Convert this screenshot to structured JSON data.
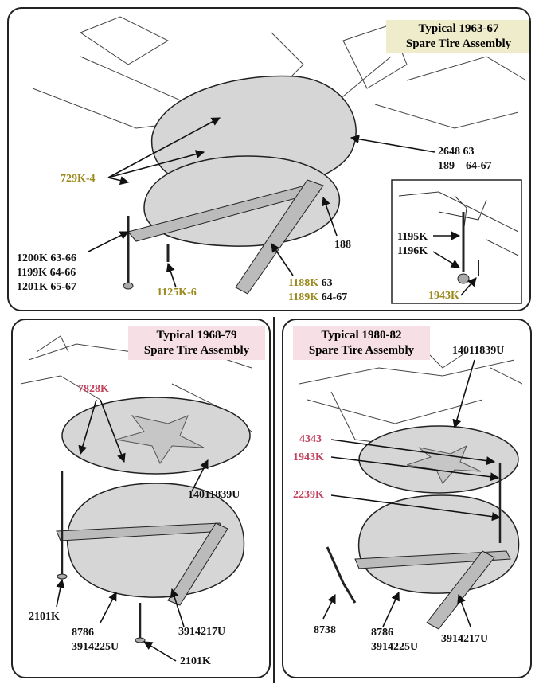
{
  "colors": {
    "title_box_top": "#eeecca",
    "title_box_bottom": "#f6dfe5",
    "label_gold": "#9a8a1e",
    "label_red": "#c2415b",
    "part_fill": "#d6d6d6",
    "line_art": "#222222"
  },
  "panel_top": {
    "title_line1": "Typical 1963-67",
    "title_line2": "Spare Tire Assembly",
    "labels": {
      "l_2648": "2648 63",
      "l_189": "189    64-67",
      "l_729": "729K-4",
      "l_188": "188",
      "l_1200": "1200K 63-66",
      "l_1199": "1199K 64-66",
      "l_1201": "1201K 65-67",
      "l_1125": "1125K-6",
      "l_1188a": "1188K",
      "l_1188b": " 63",
      "l_1189a": "1189K",
      "l_1189b": " 64-67"
    },
    "inset_labels": {
      "l_1195": "1195K",
      "l_1196": "1196K",
      "l_1943": "1943K"
    }
  },
  "panel_left": {
    "title_line1": "Typical 1968-79",
    "title_line2": "Spare Tire Assembly",
    "labels": {
      "l_7828": "7828K",
      "l_14011839": "14011839U",
      "l_2101a": "2101K",
      "l_8786": "8786",
      "l_3914225": "3914225U",
      "l_3914217": "3914217U",
      "l_2101b": "2101K"
    }
  },
  "panel_right": {
    "title_line1": "Typical 1980-82",
    "title_line2": "Spare Tire Assembly",
    "labels": {
      "l_14011839": "14011839U",
      "l_4343": "4343",
      "l_1943": "1943K",
      "l_2239": "2239K",
      "l_8738": "8738",
      "l_8786": "8786",
      "l_3914225": "3914225U",
      "l_3914217": "3914217U"
    }
  }
}
